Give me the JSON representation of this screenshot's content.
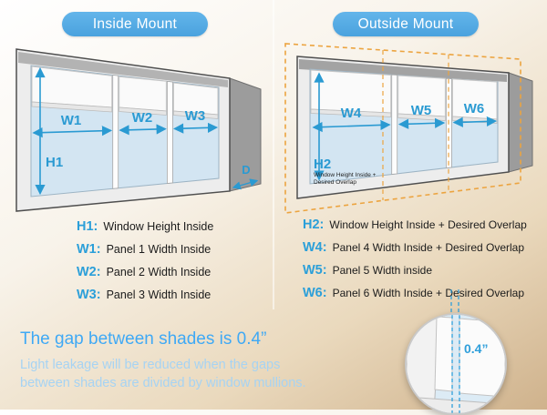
{
  "inside_mount": {
    "title": "Inside Mount",
    "diagram_labels": {
      "w1": "W1",
      "w2": "W2",
      "w3": "W3",
      "h1": "H1",
      "d": "D"
    },
    "legend": [
      {
        "key": "H1:",
        "desc": "Window Height Inside"
      },
      {
        "key": "W1:",
        "desc": "Panel 1 Width Inside"
      },
      {
        "key": "W2:",
        "desc": "Panel 2 Width Inside"
      },
      {
        "key": "W3:",
        "desc": "Panel 3 Width Inside"
      }
    ]
  },
  "outside_mount": {
    "title": "Outside Mount",
    "diagram_labels": {
      "w4": "W4",
      "w5": "W5",
      "w6": "W6",
      "h2": "H2",
      "h2_note_line1": "Window Height Inside +",
      "h2_note_line2": "Desired Overlap"
    },
    "legend": [
      {
        "key": "H2:",
        "desc": "Window Height Inside + Desired Overlap"
      },
      {
        "key": "W4:",
        "desc": "Panel 4 Width Inside + Desired Overlap"
      },
      {
        "key": "W5:",
        "desc": "Panel 5  Width inside"
      },
      {
        "key": "W6:",
        "desc": "Panel 6 Width Inside + Desired Overlap"
      }
    ]
  },
  "footer": {
    "headline": "The gap between shades is 0.4”",
    "subtext": "Light leakage will be reduced when the gaps between shades are divided by window mullions.",
    "gap_detail_label": "0.4”"
  },
  "colors": {
    "accent_blue": "#2a9ad2",
    "pill_blue": "#55ace6",
    "headline_blue": "#3fa9f5",
    "subtext_blue": "#a6d3f3",
    "overlap_orange": "#eca440"
  }
}
